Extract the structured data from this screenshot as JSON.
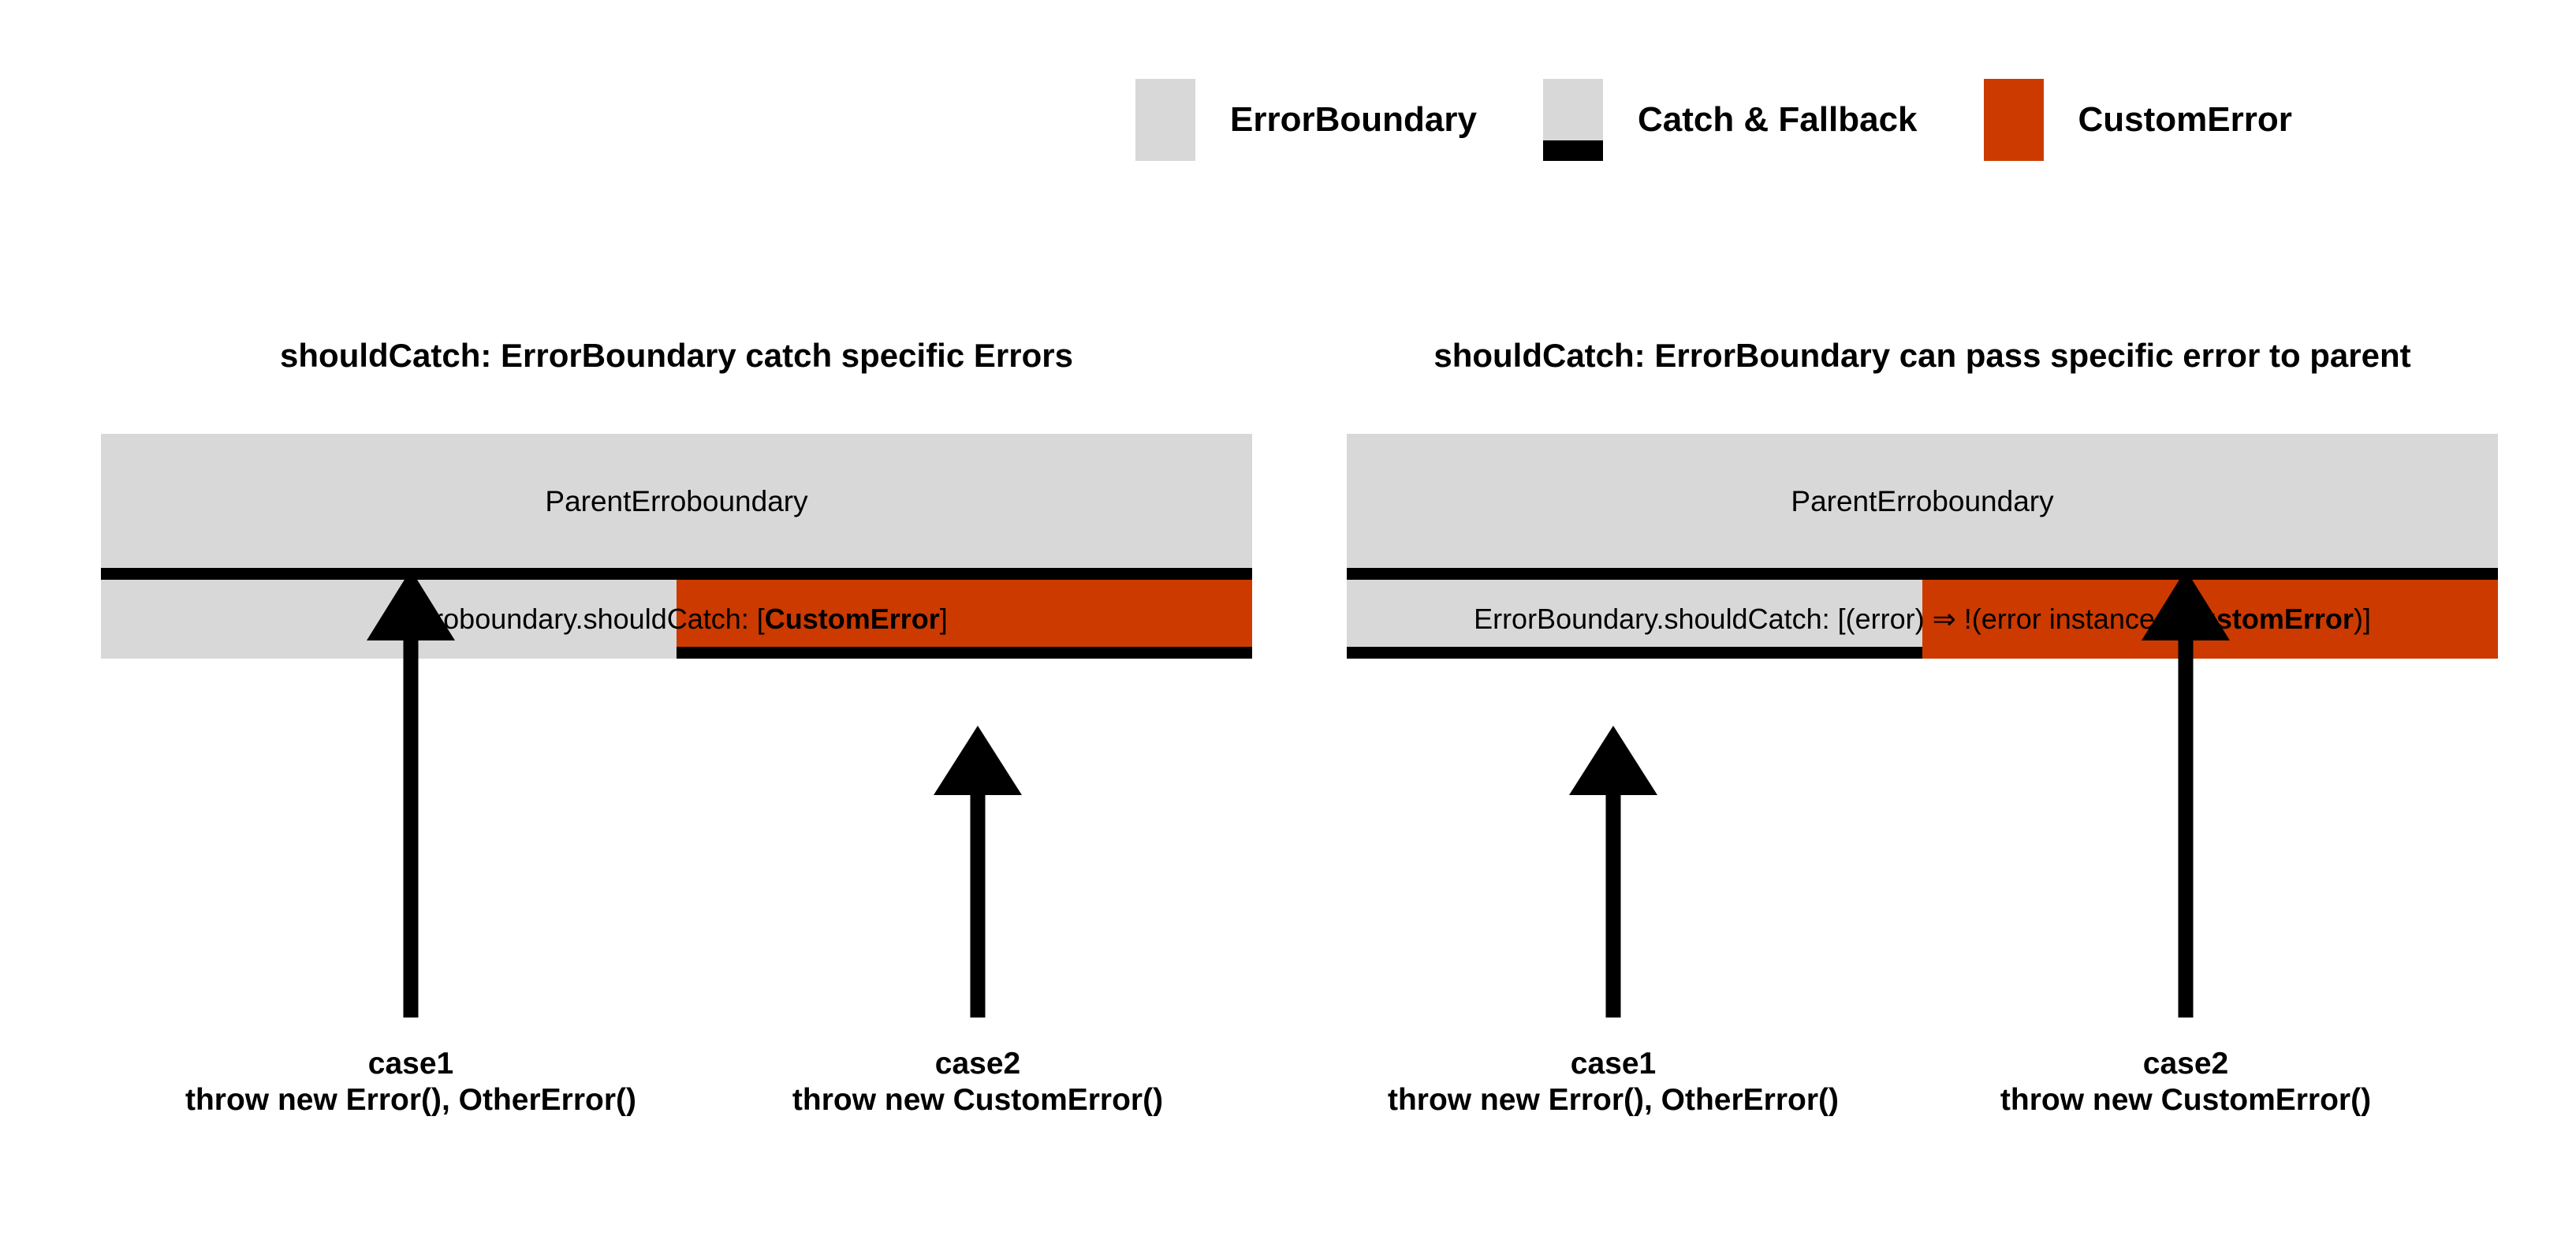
{
  "colors": {
    "gray": "#d8d8d8",
    "orange": "#cc3a00",
    "black": "#000000",
    "background": "#ffffff"
  },
  "legend": {
    "items": [
      {
        "label": "ErrorBoundary",
        "swatch": "gray-square-icon"
      },
      {
        "label": "Catch & Fallback",
        "swatch": "gray-square-with-black-bottom-icon"
      },
      {
        "label": "CustomError",
        "swatch": "orange-square-icon"
      }
    ]
  },
  "panels": [
    {
      "title": "shouldCatch: ErrorBoundary catch specific Errors",
      "parent_label": "ParentErroboundary",
      "child": {
        "text_prefix": "Erroboundary.shouldCatch: [",
        "text_bold": "CustomError",
        "text_suffix": "]",
        "left_half": "gray",
        "right_half": "orange",
        "rule_on": "right"
      },
      "cases": [
        {
          "name": "case1",
          "code": "throw new Error(), OtherError()",
          "arrow_target": "parent-divider"
        },
        {
          "name": "case2",
          "code": "throw new CustomError()",
          "arrow_target": "child-bottom-rule"
        }
      ]
    },
    {
      "title": "shouldCatch: ErrorBoundary can pass specific error to parent",
      "parent_label": "ParentErroboundary",
      "child": {
        "text_prefix": "ErrorBoundary.shouldCatch: [(error) ⇒ !(error instanceof ",
        "text_bold": "CustomError",
        "text_suffix": ")]",
        "left_half": "gray",
        "right_half": "orange",
        "rule_on": "left"
      },
      "cases": [
        {
          "name": "case1",
          "code": "throw new Error(), OtherError()",
          "arrow_target": "child-bottom-rule"
        },
        {
          "name": "case2",
          "code": "throw new CustomError()",
          "arrow_target": "parent-divider"
        }
      ]
    }
  ]
}
